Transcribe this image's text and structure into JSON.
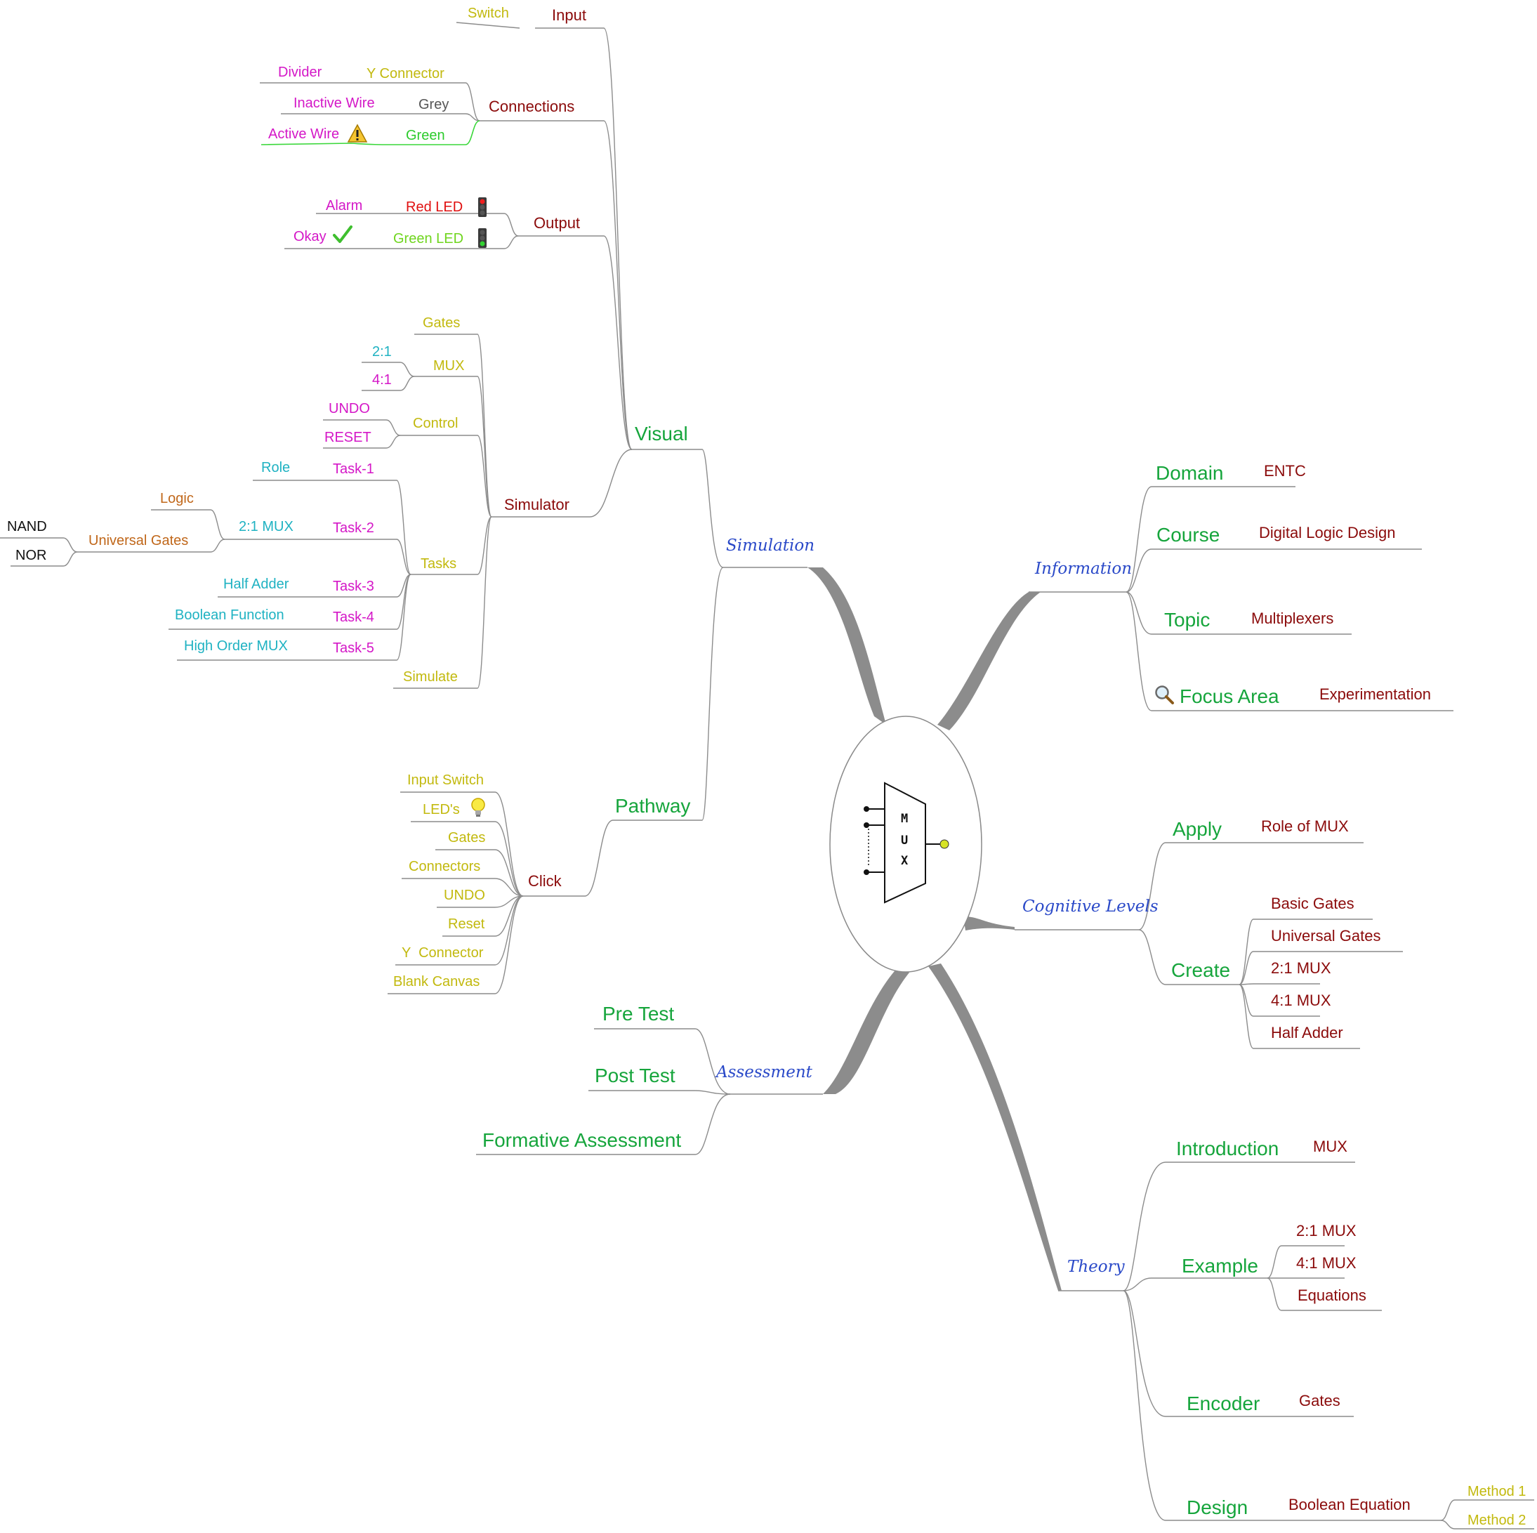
{
  "center": {
    "label": "MUX"
  },
  "branches": {
    "simulation": {
      "label": "Simulation",
      "visual": {
        "label": "Visual",
        "input": {
          "label": "Input",
          "switch": "Switch"
        },
        "connections": {
          "label": "Connections",
          "y_connector": "Y Connector",
          "divider": "Divider",
          "grey": "Grey",
          "inactive_wire": "Inactive Wire",
          "green": "Green",
          "active_wire": "Active Wire"
        },
        "output": {
          "label": "Output",
          "red_led": "Red LED",
          "alarm": "Alarm",
          "green_led": "Green LED",
          "okay": "Okay"
        },
        "simulator": {
          "label": "Simulator",
          "gates": "Gates",
          "mux": "MUX",
          "mux_21": "2:1",
          "mux_41": "4:1",
          "control": "Control",
          "undo": "UNDO",
          "reset": "RESET",
          "tasks": "Tasks",
          "task1": "Task-1",
          "role": "Role",
          "task2": "Task-2",
          "mux21": "2:1 MUX",
          "logic": "Logic",
          "universal_gates": "Universal Gates",
          "nand": "NAND",
          "nor": "NOR",
          "task3": "Task-3",
          "half_adder": "Half Adder",
          "task4": "Task-4",
          "boolean_function": "Boolean Function",
          "task5": "Task-5",
          "high_order_mux": "High Order MUX",
          "simulate": "Simulate"
        }
      },
      "pathway": {
        "label": "Pathway",
        "click": {
          "label": "Click",
          "items": [
            "Input Switch",
            "LED's",
            "Gates",
            "Connectors",
            "UNDO",
            "Reset",
            "Y  Connector",
            "Blank Canvas"
          ]
        }
      }
    },
    "assessment": {
      "label": "Assessment",
      "items": [
        "Pre Test",
        "Post Test",
        "Formative Assessment"
      ]
    },
    "information": {
      "label": "Information",
      "domain": "Domain",
      "domain_val": "ENTC",
      "course": "Course",
      "course_val": "Digital Logic Design",
      "topic": "Topic",
      "topic_val": "Multiplexers",
      "focus": "Focus Area",
      "focus_val": "Experimentation"
    },
    "cognitive": {
      "label": "Cognitive Levels",
      "apply": "Apply",
      "apply_val": "Role of MUX",
      "create": "Create",
      "create_items": [
        "Basic Gates",
        "Universal Gates",
        "2:1 MUX",
        "4:1 MUX",
        "Half Adder"
      ]
    },
    "theory": {
      "label": "Theory",
      "introduction": "Introduction",
      "introduction_val": "MUX",
      "example": "Example",
      "example_items": [
        "2:1 MUX",
        "4:1 MUX",
        "Equations"
      ],
      "encoder": "Encoder",
      "encoder_val": "Gates",
      "design": "Design",
      "boolean_equation": "Boolean Equation",
      "method1": "Method 1",
      "method2": "Method 2"
    }
  },
  "colors": {
    "main_branch": "#2a49c8",
    "level2": "#16a53c",
    "level3": "#8b0b0b",
    "yellow": "#c2b90e",
    "magenta": "#d417c7",
    "cyan": "#1fb2c2",
    "orange": "#c0671a",
    "connector": "#8c8c8c",
    "active_wire": "#39d739"
  },
  "icons": [
    "warning-icon",
    "traffic-light-red-icon",
    "traffic-light-green-icon",
    "checkmark-icon",
    "lightbulb-icon",
    "magnifier-icon"
  ]
}
